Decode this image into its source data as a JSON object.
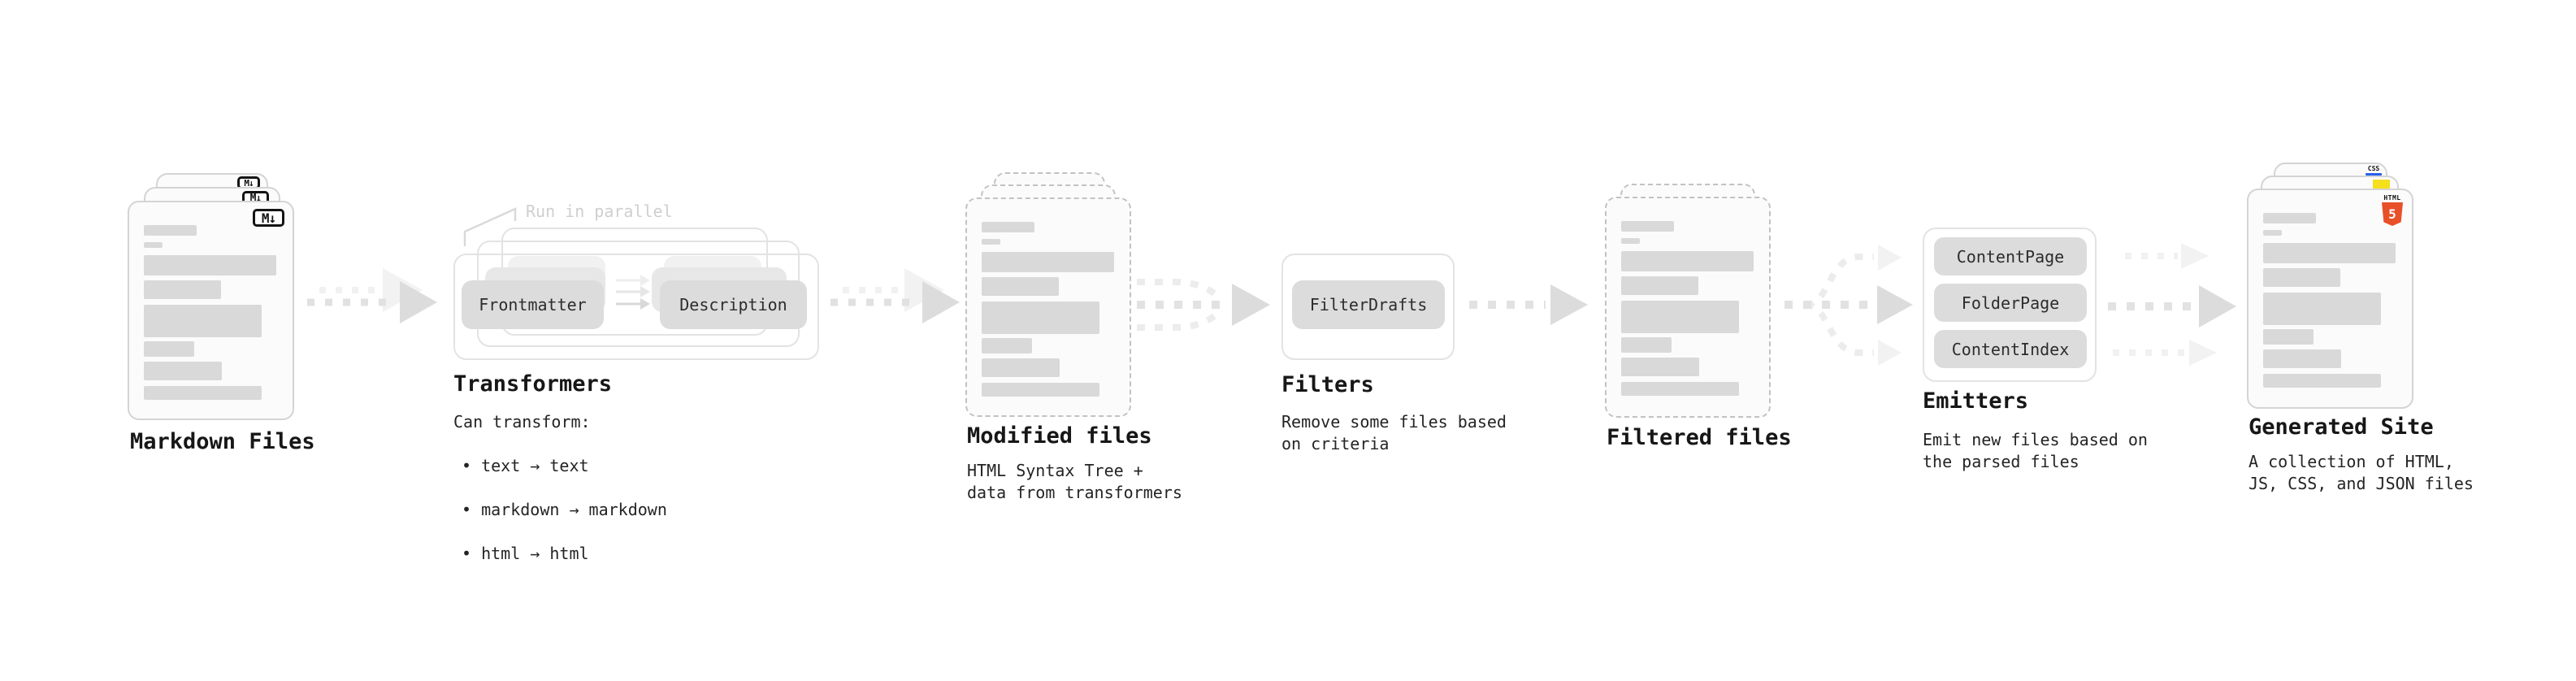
{
  "stages": {
    "markdown_files": {
      "title": "Markdown Files",
      "file_icon_label": "M↓"
    },
    "transformers": {
      "title": "Transformers",
      "parallel_note": "Run in parallel",
      "input_pill": "Frontmatter",
      "output_pill": "Description",
      "description_heading": "Can transform:",
      "bullets": [
        "• text → text",
        "• markdown → markdown",
        "• html → html"
      ]
    },
    "modified_files": {
      "title": "Modified files",
      "description": "HTML Syntax Tree +\ndata from transformers"
    },
    "filters": {
      "title": "Filters",
      "pill": "FilterDrafts",
      "description": "Remove some files based\non criteria"
    },
    "filtered_files": {
      "title": "Filtered files"
    },
    "emitters": {
      "title": "Emitters",
      "pills": [
        "ContentPage",
        "FolderPage",
        "ContentIndex"
      ],
      "description": "Emit new files based on\nthe parsed files"
    },
    "generated_site": {
      "title": "Generated Site",
      "description": "A collection of HTML,\nJS, CSS, and JSON files",
      "badges": {
        "html_word": "HTML",
        "html_number": "5",
        "css_word": "CSS"
      }
    }
  },
  "colors": {
    "html5_orange": "#e8502a",
    "js_yellow": "#f6df1d",
    "css_blue": "#2760e8",
    "bar_gray": "#d9d9d9",
    "pill_gray": "#dcdcdc",
    "arrow_gray": "#e1e1e1"
  }
}
